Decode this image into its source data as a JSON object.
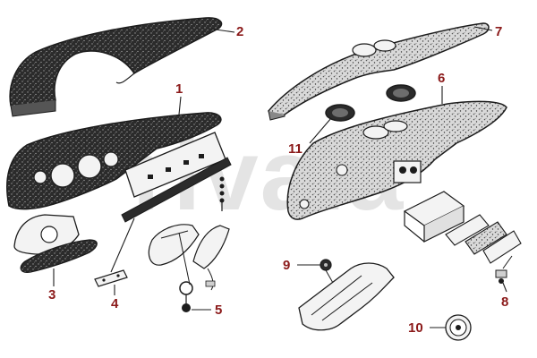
{
  "watermark_text": "rivala",
  "colors": {
    "label": "#8b1a1a",
    "ink": "#1c1c1c",
    "panel_fill": "#2b2b2b",
    "part_fill": "#f3f3f3",
    "watermark": "#e4e4e4"
  },
  "part_labels": {
    "p1": "1",
    "p2": "2",
    "p3": "3",
    "p4": "4",
    "p5": "5",
    "p6": "6",
    "p7": "7",
    "p8": "8",
    "p9": "9",
    "p10": "10",
    "p11": "11"
  }
}
